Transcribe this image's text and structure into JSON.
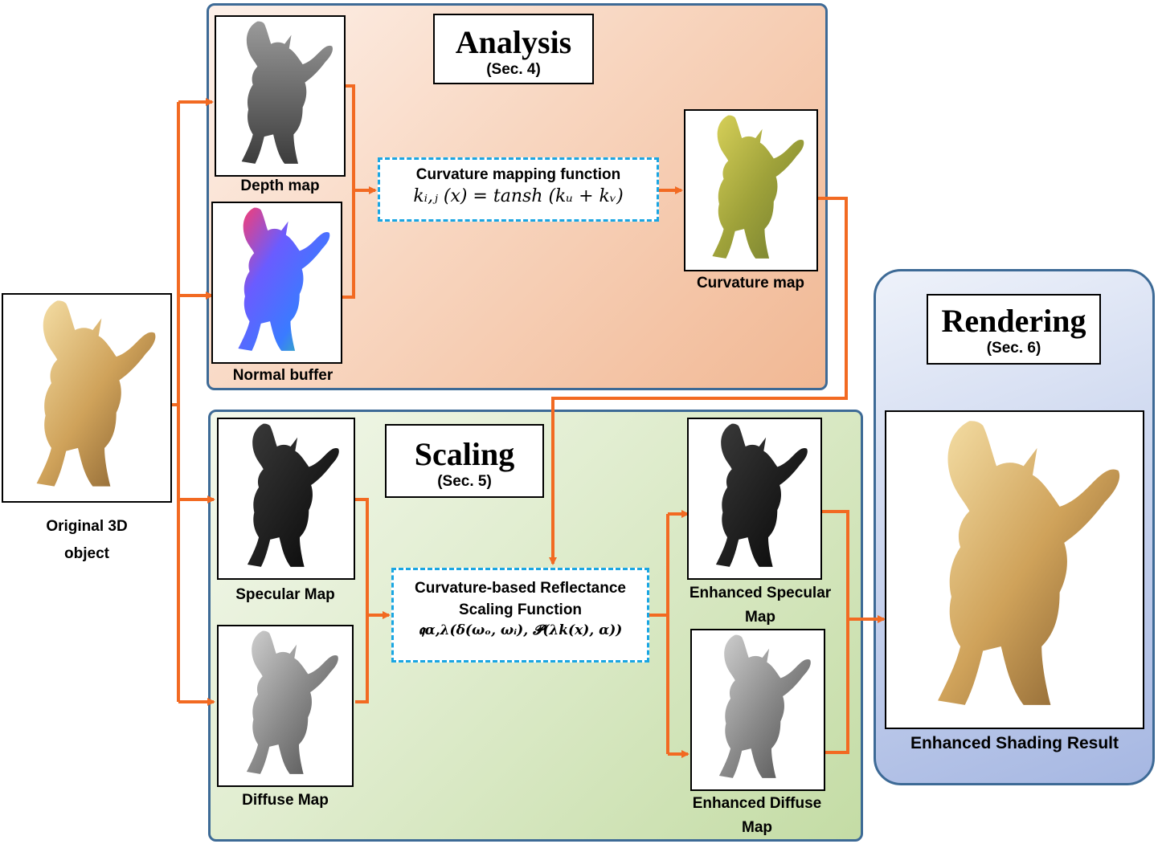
{
  "colors": {
    "arrow": "#f26a22",
    "panel_border": "#3d6a96",
    "dashed": "#1aa6e3"
  },
  "original": {
    "caption_line1": "Original 3D",
    "caption_line2": "object"
  },
  "analysis": {
    "title": "Analysis",
    "section": "(Sec. 4)",
    "depth_caption": "Depth map",
    "normal_caption": "Normal buffer",
    "function_title": "Curvature mapping function",
    "function_formula": "kᵢ,ⱼ (x) = tansh (kᵤ + kᵥ)",
    "curvature_caption": "Curvature map"
  },
  "scaling": {
    "title": "Scaling",
    "section": "(Sec. 5)",
    "specular_caption": "Specular Map",
    "diffuse_caption": "Diffuse Map",
    "function_title_line1": "Curvature-based Reflectance",
    "function_title_line2": "Scaling Function",
    "function_formula": "𝖖α,λ(δ(ωₒ, ωᵢ), 𝓟(λk(x), α))",
    "enh_specular_line1": "Enhanced Specular",
    "enh_specular_line2": "Map",
    "enh_diffuse_line1": "Enhanced Diffuse",
    "enh_diffuse_line2": "Map"
  },
  "rendering": {
    "title": "Rendering",
    "section": "(Sec. 6)",
    "result_caption": "Enhanced Shading Result"
  }
}
